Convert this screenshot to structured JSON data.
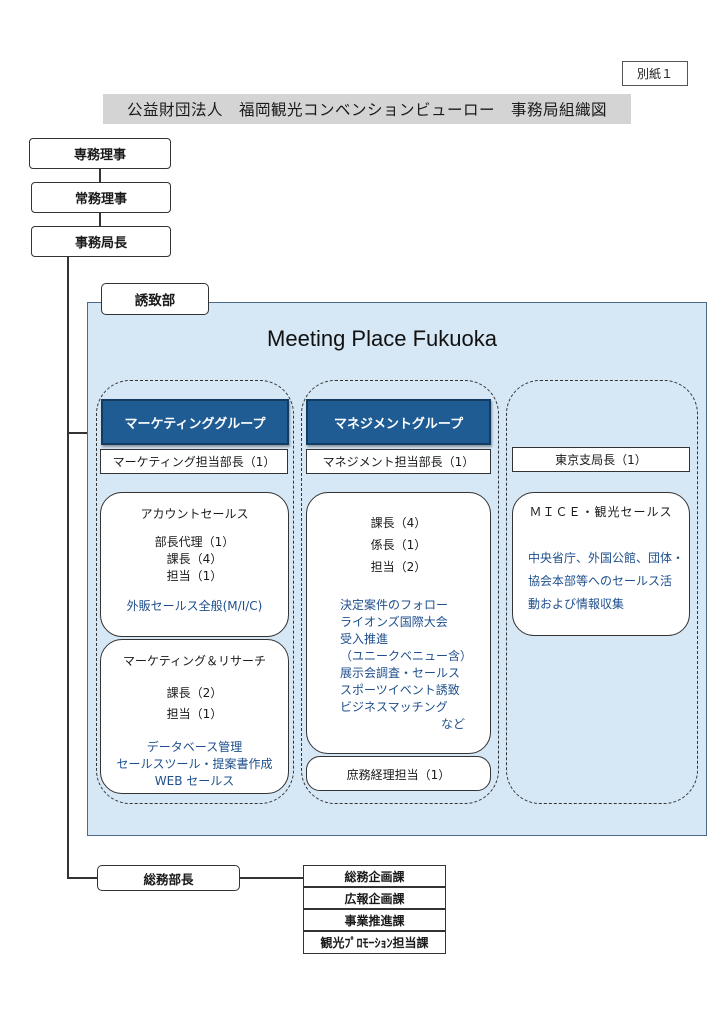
{
  "attachment_label": "別紙１",
  "title": "公益財団法人　福岡観光コンベンションビューロー　事務局組織図",
  "executives": [
    "専務理事",
    "常務理事",
    "事務局長"
  ],
  "department": {
    "name": "誘致部",
    "subtitle": "Meeting Place Fukuoka",
    "marketing": {
      "group": "マーケティンググループ",
      "manager": "マーケティング担当部長（1）",
      "account": {
        "heading": "アカウントセールス",
        "staff": [
          "部長代理（1）",
          "課長（4）",
          "担当（1）"
        ],
        "duty": "外販セールス全般(M/I/C)"
      },
      "research": {
        "heading": "マーケティング＆リサーチ",
        "staff": [
          "課長（2）",
          "担当（1）"
        ],
        "duties": [
          "データベース管理",
          "セールスツール・提案書作成",
          "WEB セールス"
        ]
      }
    },
    "management": {
      "group": "マネジメントグループ",
      "manager": "マネジメント担当部長（1）",
      "staff": [
        "課長（4）",
        "係長（1）",
        "担当（2）"
      ],
      "duties": [
        "決定案件のフォロー",
        "ライオンズ国際大会",
        "受入推進",
        "（ユニークベニュー含）",
        "展示会調査・セールス",
        "スポーツイベント誘致",
        "ビジネスマッチング"
      ],
      "duties_tail": "など",
      "admin": "庶務経理担当（1）"
    },
    "tokyo": {
      "manager": "東京支局長（1）",
      "heading": "ＭＩＣＥ・観光セールス",
      "duties": [
        "中央省庁、外国公館、団体・",
        "協会本部等へのセールス活",
        "動および情報収集"
      ]
    }
  },
  "general_affairs": {
    "manager": "総務部長",
    "sections": [
      "総務企画課",
      "広報企画課",
      "事業推進課",
      "観光ﾌﾟﾛﾓｰｼｮﾝ担当課"
    ]
  }
}
